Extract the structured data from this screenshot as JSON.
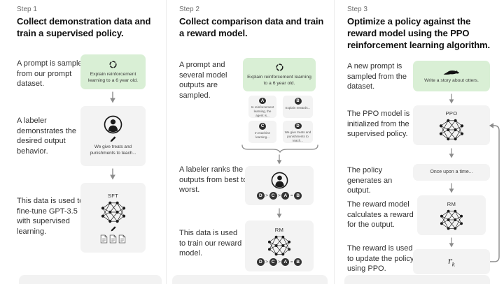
{
  "colors": {
    "page_bg": "#ffffff",
    "prompt_green": "#d9efd5",
    "node_gray": "#f3f3f3",
    "ink": "#1a1a1a",
    "step_gray": "#6b6b6b",
    "body_text": "#333333",
    "arrow_gray": "#8c8c8c",
    "divider": "#ececec"
  },
  "icons": {
    "prompt_sampling": "cycle-refresh-icon",
    "labeler": "person-icon",
    "demonstration": "pencil-icon",
    "training_data": "document-pages-icon",
    "model": "neural-network-icon",
    "otter_prompt": "otter-icon",
    "flow": "down-arrow-icon",
    "ppo_update": "feedback-loop-arrow-icon"
  },
  "steps": [
    {
      "step_label": "Step 1",
      "heading": "Collect demonstration data and train a supervised policy.",
      "row1_text": "A prompt is sampled from our prompt dataset.",
      "prompt_caption": "Explain reinforcement learning to a 6 year old.",
      "row2_text": "A labeler demonstrates the desired output behavior.",
      "labeler_caption": "We give treats and punishments to teach...",
      "row3_text": "This data is used to fine-tune GPT-3.5 with supervised learning.",
      "model_label": "SFT"
    },
    {
      "step_label": "Step 2",
      "heading": "Collect comparison data and train a reward model.",
      "row1_text": "A prompt and several model outputs are sampled.",
      "prompt_caption": "Explain reinforcement learning to a 6 year old.",
      "outputs": [
        {
          "letter": "A",
          "caption": "In reinforcement learning, the agent is..."
        },
        {
          "letter": "B",
          "caption": "Explain rewards..."
        },
        {
          "letter": "C",
          "caption": "In machine learning..."
        },
        {
          "letter": "D",
          "caption": "We give treats and punishments to teach..."
        }
      ],
      "row2_text": "A labeler ranks the outputs from best to worst.",
      "ranking": {
        "letters": [
          "D",
          "C",
          "A",
          "B"
        ],
        "separators": [
          ">",
          ">",
          "="
        ]
      },
      "row3_text": "This data is used to train our reward model.",
      "model_label": "RM"
    },
    {
      "step_label": "Step 3",
      "heading": "Optimize a policy against the reward model using the PPO reinforcement learning algorithm.",
      "row1_text": "A new prompt is sampled from the dataset.",
      "prompt_caption": "Write a story about otters.",
      "row2_text": "The PPO model is initialized from the supervised policy.",
      "ppo_label": "PPO",
      "row3_text": "The policy generates an output.",
      "output_caption": "Once upon a time...",
      "row4_text": "The reward model calculates a reward for the output.",
      "rm_label": "RM",
      "row5_text": "The reward is used to update the policy using PPO.",
      "reward_base": "r",
      "reward_sub": "k"
    }
  ]
}
